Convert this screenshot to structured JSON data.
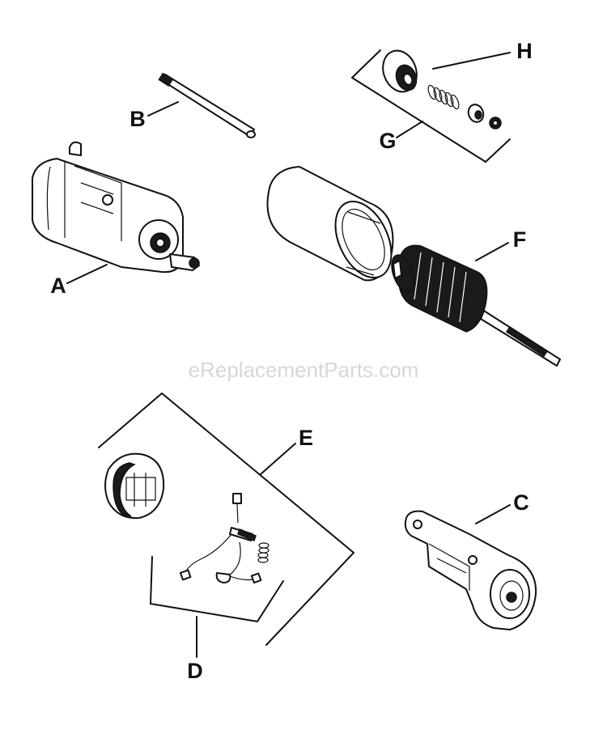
{
  "watermark": "eReplacementParts.com",
  "callouts": {
    "a": "A",
    "b": "B",
    "c": "C",
    "d": "D",
    "e": "E",
    "f": "F",
    "g": "G",
    "h": "H"
  }
}
